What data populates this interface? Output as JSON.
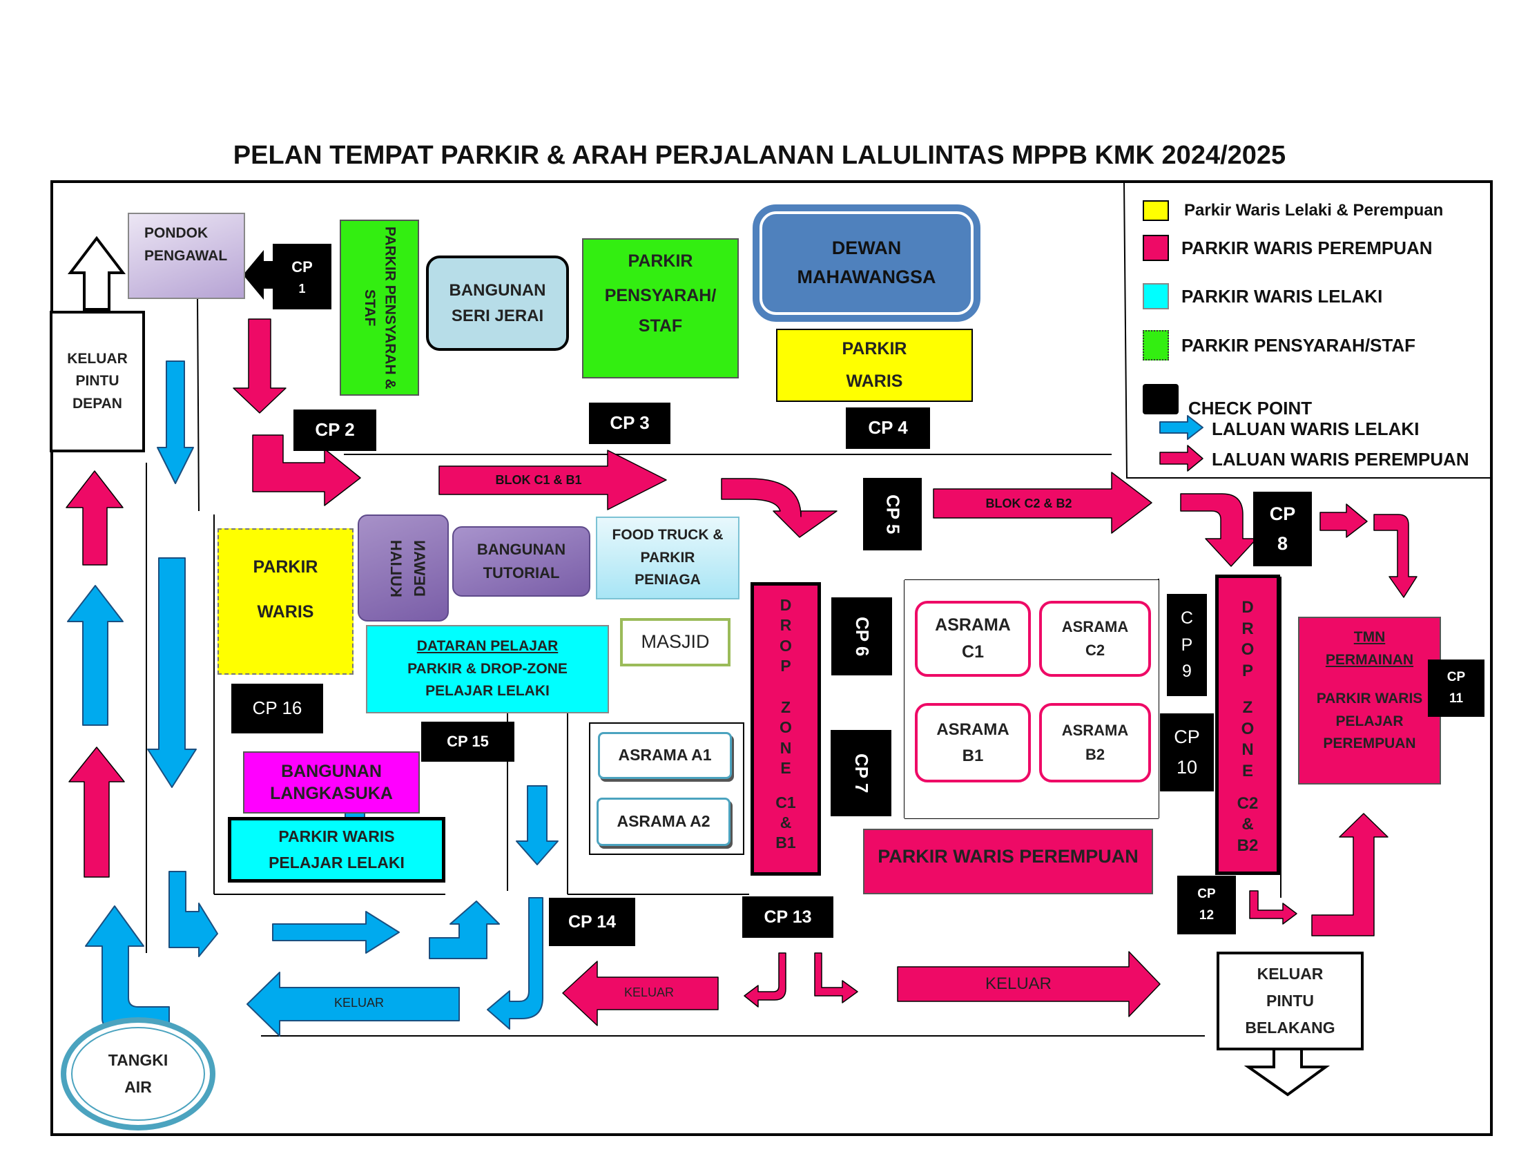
{
  "title": "PELAN TEMPAT PARKIR & ARAH PERJALANAN LALULINTAS MPPB KMK 2024/2025",
  "legend": {
    "items": [
      {
        "label": "Parkir Waris Lelaki & Perempuan",
        "color": "#ffff00"
      },
      {
        "label": "PARKIR WARIS PEREMPUAN",
        "color": "#ff0066"
      },
      {
        "label": "PARKIR WARIS LELAKI",
        "color": "#00ffff"
      },
      {
        "label": "PARKIR PENSYARAH/STAF",
        "color": "#33ee11"
      },
      {
        "label": "CHECK POINT",
        "color": "#000000"
      },
      {
        "label": "LALUAN WARIS LELAKI",
        "color": "#00b0f0"
      },
      {
        "label": "LALUAN WARIS PEREMPUAN",
        "color": "#ff0066"
      }
    ]
  },
  "buildings": {
    "pondok": [
      "PONDOK",
      "PENGAWAL"
    ],
    "keluar_depan": [
      "KELUAR",
      "PINTU",
      "DEPAN"
    ],
    "parkir_pensyarah_v": "PARKIR PENSYARAH & STAF",
    "seri_jerai": [
      "BANGUNAN",
      "SERI JERAI"
    ],
    "parkir_pensyarah": [
      "PARKIR",
      "PENSYARAH/",
      "STAF"
    ],
    "dewan_mahawangsa": [
      "DEWAN",
      "MAHAWANGSA"
    ],
    "parkir_waris_top": [
      "PARKIR",
      "WARIS"
    ],
    "parkir_waris_left": [
      "PARKIR",
      "WARIS"
    ],
    "dewan_kuliah": "DEWAN KULIAH",
    "bangunan_tutorial": [
      "BANGUNAN",
      "TUTORIAL"
    ],
    "food_truck": [
      "FOOD TRUCK &",
      "PARKIR",
      "PENIAGA"
    ],
    "masjid": "MASJID",
    "dataran": [
      "DATARAN PELAJAR",
      "PARKIR & DROP-ZONE",
      "PELAJAR LELAKI"
    ],
    "langkasuka": [
      "BANGUNAN",
      "LANGKASUKA"
    ],
    "parkir_waris_lelaki": [
      "PARKIR WARIS",
      "PELAJAR LELAKI"
    ],
    "asrama_a1": "ASRAMA A1",
    "asrama_a2": "ASRAMA A2",
    "drop_zone_c1": [
      "D",
      "R",
      "O",
      "P",
      "",
      "Z",
      "O",
      "N",
      "E",
      "",
      "C1",
      "&",
      "B1"
    ],
    "asrama_c1": [
      "ASRAMA",
      "C1"
    ],
    "asrama_c2": [
      "ASRAMA",
      "C2"
    ],
    "asrama_b1": [
      "ASRAMA",
      "B1"
    ],
    "asrama_b2": [
      "ASRAMA",
      "B2"
    ],
    "drop_zone_c2": [
      "D",
      "R",
      "O",
      "P",
      "",
      "Z",
      "O",
      "N",
      "E",
      "",
      "C2",
      "&",
      "B2"
    ],
    "parkir_waris_perempuan": "PARKIR WARIS PEREMPUAN",
    "tmn_permainan": [
      "TMN",
      "PERMAINAN"
    ],
    "parkir_pelajar_perempuan": [
      "PARKIR WARIS",
      "PELAJAR",
      "PEREMPUAN"
    ],
    "keluar_belakang": [
      "KELUAR",
      "PINTU",
      "BELAKANG"
    ],
    "tangki_air": [
      "TANGKI",
      "AIR"
    ]
  },
  "checkpoints": {
    "cp1": [
      "CP",
      "1"
    ],
    "cp2": "CP 2",
    "cp3": "CP 3",
    "cp4": "CP 4",
    "cp5": "CP 5",
    "cp6": "CP 6",
    "cp7": "CP 7",
    "cp8": [
      "CP",
      "8"
    ],
    "cp9": [
      "C",
      "P",
      "9"
    ],
    "cp10": [
      "CP",
      "10"
    ],
    "cp11": [
      "CP",
      "11"
    ],
    "cp12": [
      "CP",
      "12"
    ],
    "cp13": "CP 13",
    "cp14": "CP 14",
    "cp15": "CP 15",
    "cp16": "CP 16"
  },
  "arrow_labels": {
    "blok_c1_b1": "BLOK C1 & B1",
    "blok_c2_b2": "BLOK C2 & B2",
    "keluar_blue": "KELUAR",
    "keluar_pink": "KELUAR",
    "keluar_big": "KELUAR"
  }
}
